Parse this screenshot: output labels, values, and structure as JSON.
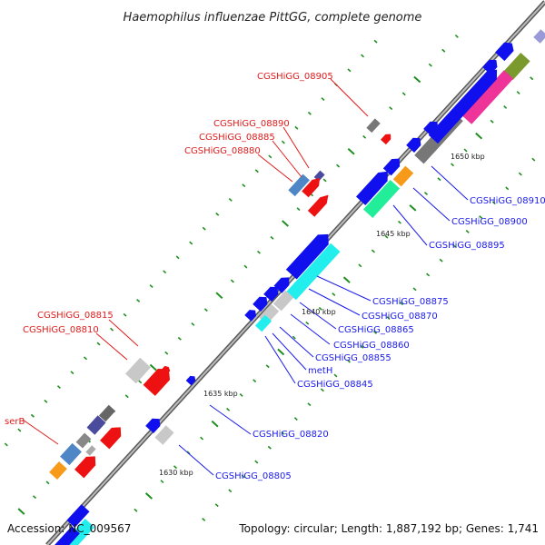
{
  "title": "Haemophilus influenzae PittGG, complete genome",
  "footer": {
    "accession": "Accession: NC_009567",
    "summary": "Topology: circular; Length: 1,887,192 bp; Genes: 1,741"
  },
  "colors": {
    "label_outer": "#e01b1b",
    "label_inner": "#1a1aee",
    "backbone": "#888888",
    "tick": "#1f8f1f"
  },
  "tick_labels": [
    "1630 kbp",
    "1635 kbp",
    "1640 kbp",
    "1645 kbp",
    "1650 kbp"
  ],
  "labels_outer": [
    "CGSHiGG_08905",
    "CGSHiGG_08890",
    "CGSHiGG_08885",
    "CGSHiGG_08880",
    "CGSHiGG_08815",
    "CGSHiGG_08810",
    "serB"
  ],
  "labels_inner": [
    "CGSHiGG_08910",
    "CGSHiGG_08900",
    "CGSHiGG_08895",
    "CGSHiGG_08875",
    "CGSHiGG_08870",
    "CGSHiGG_08865",
    "CGSHiGG_08860",
    "CGSHiGG_08855",
    "metH",
    "CGSHiGG_08845",
    "CGSHiGG_08820",
    "CGSHiGG_08805"
  ]
}
